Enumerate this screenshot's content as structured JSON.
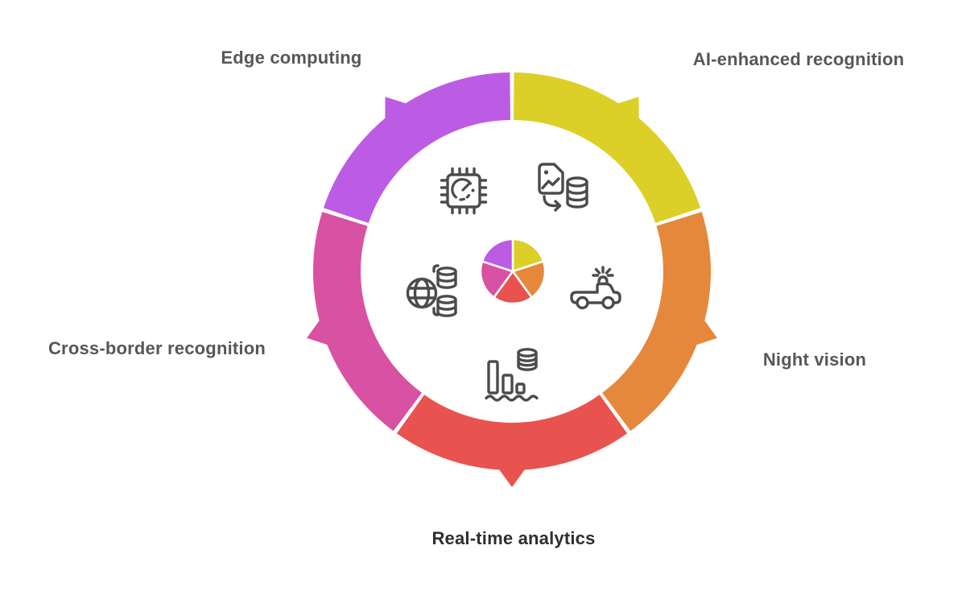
{
  "diagram": {
    "type": "radial-process-cycle",
    "background": "#ffffff",
    "label_color": "#55575a",
    "emphasis_label_color": "#2c2e30",
    "icon_color": "#4a4b4d",
    "gap_color": "#ffffff",
    "segments": [
      {
        "label": "AI-enhanced recognition",
        "color": "#dcd028",
        "value": 20,
        "position": "top-right",
        "icon": "image-to-database-icon"
      },
      {
        "label": "Night vision",
        "color": "#e5883c",
        "value": 20,
        "position": "right",
        "icon": "police-vehicle-icon"
      },
      {
        "label": "Real-time analytics",
        "color": "#e8534f",
        "value": 20,
        "position": "bottom",
        "icon": "bar-chart-database-icon"
      },
      {
        "label": "Cross-border recognition",
        "color": "#d951a3",
        "value": 20,
        "position": "left",
        "icon": "globe-database-icon"
      },
      {
        "label": "Edge computing",
        "color": "#bc5ce4",
        "value": 20,
        "position": "top-left",
        "icon": "chip-gauge-icon"
      }
    ],
    "center_pie": {
      "type": "pie",
      "slice_values": [
        20,
        20,
        20,
        20,
        20
      ],
      "slice_colors": [
        "#dcd028",
        "#e5883c",
        "#e8534f",
        "#d951a3",
        "#bc5ce4"
      ]
    }
  }
}
